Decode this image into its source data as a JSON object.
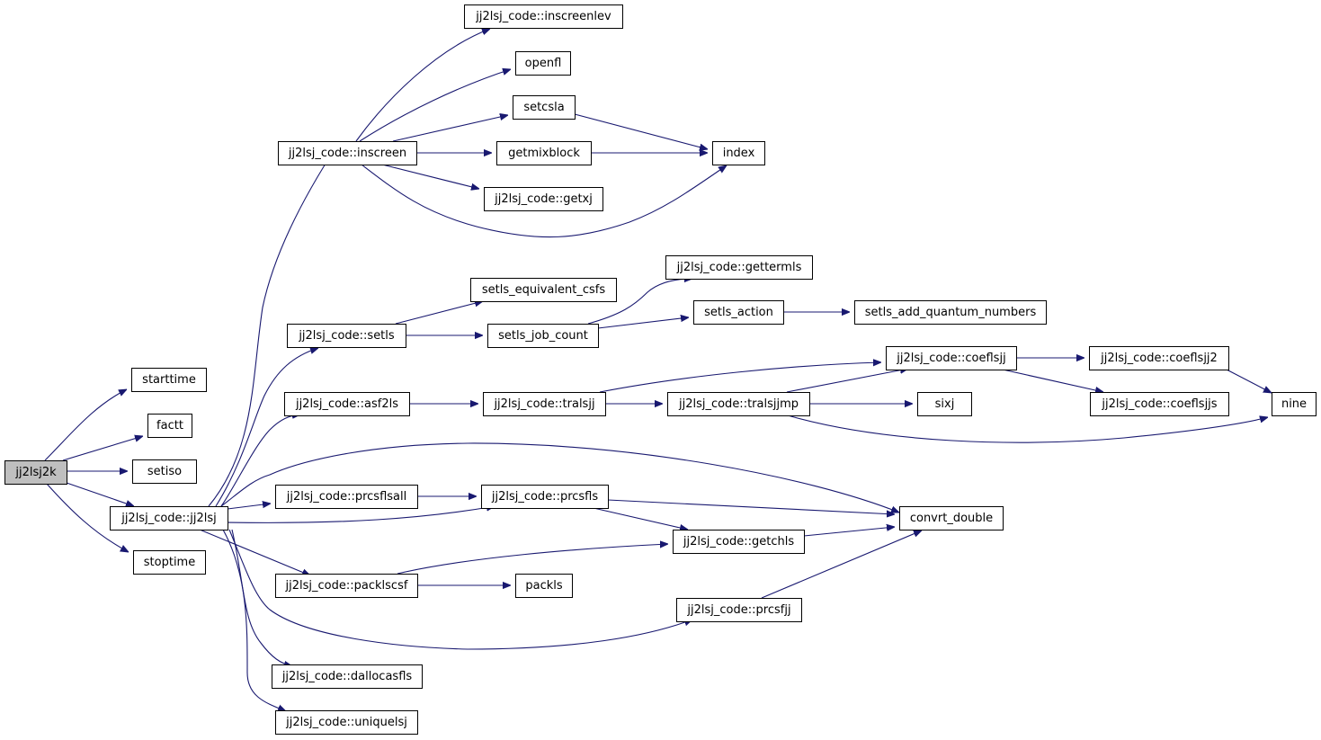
{
  "graph": {
    "edge_color": "#191970",
    "root_fill": "#bfbfbf",
    "nodes": [
      {
        "id": "jj2lsj2k",
        "label": "jj2lsj2k",
        "root": true
      },
      {
        "id": "starttime",
        "label": "starttime"
      },
      {
        "id": "factt",
        "label": "factt"
      },
      {
        "id": "setiso",
        "label": "setiso"
      },
      {
        "id": "jj2lsj",
        "label": "jj2lsj_code::jj2lsj"
      },
      {
        "id": "stoptime",
        "label": "stoptime"
      },
      {
        "id": "inscreenlev",
        "label": "jj2lsj_code::inscreenlev"
      },
      {
        "id": "openfl",
        "label": "openfl"
      },
      {
        "id": "setcsla",
        "label": "setcsla"
      },
      {
        "id": "inscreen",
        "label": "jj2lsj_code::inscreen"
      },
      {
        "id": "getmixblock",
        "label": "getmixblock"
      },
      {
        "id": "index",
        "label": "index"
      },
      {
        "id": "getxj",
        "label": "jj2lsj_code::getxj"
      },
      {
        "id": "gettermls",
        "label": "jj2lsj_code::gettermls"
      },
      {
        "id": "setls_equivalent_csfs",
        "label": "setls_equivalent_csfs"
      },
      {
        "id": "setls_action",
        "label": "setls_action"
      },
      {
        "id": "setls_add_quantum_numbers",
        "label": "setls_add_quantum_numbers"
      },
      {
        "id": "setls",
        "label": "jj2lsj_code::setls"
      },
      {
        "id": "setls_job_count",
        "label": "setls_job_count"
      },
      {
        "id": "coeflsjj",
        "label": "jj2lsj_code::coeflsjj"
      },
      {
        "id": "coeflsjj2",
        "label": "jj2lsj_code::coeflsjj2"
      },
      {
        "id": "asf2ls",
        "label": "jj2lsj_code::asf2ls"
      },
      {
        "id": "tralsjj",
        "label": "jj2lsj_code::tralsjj"
      },
      {
        "id": "tralsjjmp",
        "label": "jj2lsj_code::tralsjjmp"
      },
      {
        "id": "sixj",
        "label": "sixj"
      },
      {
        "id": "coeflsjjs",
        "label": "jj2lsj_code::coeflsjjs"
      },
      {
        "id": "nine",
        "label": "nine"
      },
      {
        "id": "prcsflsall",
        "label": "jj2lsj_code::prcsflsall"
      },
      {
        "id": "prcsfls",
        "label": "jj2lsj_code::prcsfls"
      },
      {
        "id": "convrt_double",
        "label": "convrt_double"
      },
      {
        "id": "getchls",
        "label": "jj2lsj_code::getchls"
      },
      {
        "id": "packlscsf",
        "label": "jj2lsj_code::packlscsf"
      },
      {
        "id": "packls",
        "label": "packls"
      },
      {
        "id": "prcsfjj",
        "label": "jj2lsj_code::prcsfjj"
      },
      {
        "id": "dallocasfls",
        "label": "jj2lsj_code::dallocasfls"
      },
      {
        "id": "uniquelsj",
        "label": "jj2lsj_code::uniquelsj"
      }
    ],
    "edges": [
      {
        "from": "jj2lsj2k",
        "to": "starttime"
      },
      {
        "from": "jj2lsj2k",
        "to": "factt"
      },
      {
        "from": "jj2lsj2k",
        "to": "setiso"
      },
      {
        "from": "jj2lsj2k",
        "to": "jj2lsj"
      },
      {
        "from": "jj2lsj2k",
        "to": "stoptime"
      },
      {
        "from": "jj2lsj",
        "to": "inscreen"
      },
      {
        "from": "jj2lsj",
        "to": "setls"
      },
      {
        "from": "jj2lsj",
        "to": "asf2ls"
      },
      {
        "from": "jj2lsj",
        "to": "convrt_double"
      },
      {
        "from": "jj2lsj",
        "to": "prcsflsall"
      },
      {
        "from": "jj2lsj",
        "to": "prcsfls"
      },
      {
        "from": "jj2lsj",
        "to": "packlscsf"
      },
      {
        "from": "jj2lsj",
        "to": "prcsfjj"
      },
      {
        "from": "jj2lsj",
        "to": "dallocasfls"
      },
      {
        "from": "jj2lsj",
        "to": "uniquelsj"
      },
      {
        "from": "inscreen",
        "to": "inscreenlev"
      },
      {
        "from": "inscreen",
        "to": "openfl"
      },
      {
        "from": "inscreen",
        "to": "setcsla"
      },
      {
        "from": "inscreen",
        "to": "getmixblock"
      },
      {
        "from": "inscreen",
        "to": "getxj"
      },
      {
        "from": "inscreen",
        "to": "index"
      },
      {
        "from": "setcsla",
        "to": "index"
      },
      {
        "from": "getmixblock",
        "to": "index"
      },
      {
        "from": "setls",
        "to": "setls_equivalent_csfs"
      },
      {
        "from": "setls",
        "to": "setls_job_count"
      },
      {
        "from": "setls_job_count",
        "to": "gettermls"
      },
      {
        "from": "setls_job_count",
        "to": "setls_action"
      },
      {
        "from": "setls_action",
        "to": "setls_add_quantum_numbers"
      },
      {
        "from": "asf2ls",
        "to": "tralsjj"
      },
      {
        "from": "tralsjj",
        "to": "coeflsjj"
      },
      {
        "from": "tralsjj",
        "to": "tralsjjmp"
      },
      {
        "from": "tralsjjmp",
        "to": "coeflsjj"
      },
      {
        "from": "tralsjjmp",
        "to": "sixj"
      },
      {
        "from": "tralsjjmp",
        "to": "nine"
      },
      {
        "from": "coeflsjj",
        "to": "coeflsjj2"
      },
      {
        "from": "coeflsjj",
        "to": "coeflsjjs"
      },
      {
        "from": "coeflsjj2",
        "to": "nine"
      },
      {
        "from": "prcsflsall",
        "to": "prcsfls"
      },
      {
        "from": "prcsfls",
        "to": "convrt_double"
      },
      {
        "from": "prcsfls",
        "to": "getchls"
      },
      {
        "from": "getchls",
        "to": "convrt_double"
      },
      {
        "from": "packlscsf",
        "to": "getchls"
      },
      {
        "from": "packlscsf",
        "to": "packls"
      },
      {
        "from": "prcsfjj",
        "to": "convrt_double"
      }
    ]
  }
}
